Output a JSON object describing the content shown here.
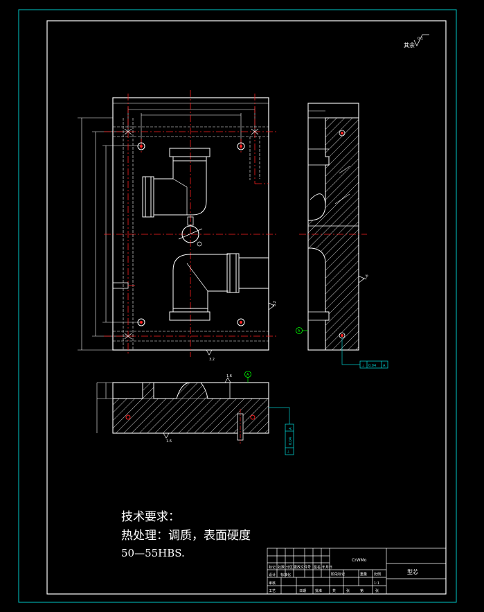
{
  "surface_note": {
    "label": "其余",
    "roughness": "0.1"
  },
  "roughness_labels": {
    "front_right": "3.2",
    "front_bottom": "3.2",
    "side_right": "1.6",
    "bottom_top": "1.6",
    "bottom_bottom": "1.6"
  },
  "datum": {
    "letter": "A"
  },
  "tolerance_side": {
    "symbol": "⊥",
    "value": "0.04",
    "datum": "A"
  },
  "tolerance_bottom": {
    "symbol": "⊥",
    "value": "0.04",
    "datum": "A"
  },
  "tech_requirements": {
    "heading": "技术要求：",
    "line1": "热处理：调质，表面硬度",
    "line2": "50—55HBS."
  },
  "title_block": {
    "part_name": "型芯",
    "material": "CrWMo",
    "scale": "1:1",
    "headers": [
      "标记",
      "处数",
      "分区",
      "更改文件号",
      "签名",
      "年月日"
    ],
    "roles": [
      "设计",
      "标准化",
      "审核",
      "工艺",
      "日期",
      "批准"
    ],
    "stage_headers": [
      "阶段标记",
      "重量",
      "比例"
    ],
    "sheet_labels": [
      "共",
      "张",
      "第",
      "张"
    ]
  },
  "colors": {
    "background": "#000000",
    "outline": "#ffffff",
    "frame": "#00c8c8",
    "centerline": "#ff2020",
    "hatch": "#ffffff",
    "tolerance": "#00c8c8",
    "datum": "#00ff00"
  }
}
